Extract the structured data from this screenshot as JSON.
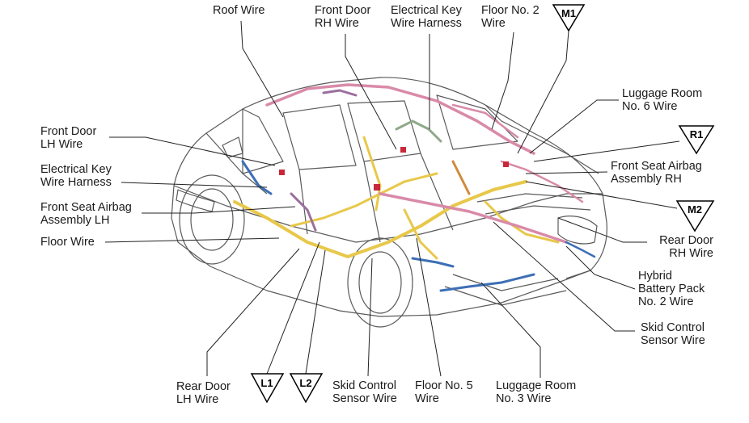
{
  "labels": {
    "roof_wire": [
      "Roof Wire"
    ],
    "front_door_rh_wire": [
      "Front Door",
      "RH Wire"
    ],
    "electrical_key_wire_harness_top": [
      "Electrical Key",
      "Wire Harness"
    ],
    "floor_no2_wire": [
      "Floor No. 2",
      "Wire"
    ],
    "luggage_room_no6_wire": [
      "Luggage Room",
      "No. 6 Wire"
    ],
    "front_door_lh_wire": [
      "Front Door",
      "LH Wire"
    ],
    "electrical_key_wire_harness_left": [
      "Electrical Key",
      "Wire Harness"
    ],
    "front_seat_airbag_rh": [
      "Front Seat Airbag",
      "Assembly RH"
    ],
    "front_seat_airbag_lh": [
      "Front Seat Airbag",
      "Assembly LH"
    ],
    "floor_wire": [
      "Floor Wire"
    ],
    "rear_door_rh_wire": [
      "Rear Door",
      "RH Wire"
    ],
    "hybrid_battery_pack_no2_wire": [
      "Hybrid",
      "Battery Pack",
      "No. 2 Wire"
    ],
    "skid_control_sensor_wire_right": [
      "Skid Control",
      "Sensor Wire"
    ],
    "rear_door_lh_wire": [
      "Rear Door",
      "LH Wire"
    ],
    "skid_control_sensor_wire_bottom": [
      "Skid Control",
      "Sensor Wire"
    ],
    "floor_no5_wire": [
      "Floor No. 5",
      "Wire"
    ],
    "luggage_room_no3_wire": [
      "Luggage Room",
      "No. 3 Wire"
    ]
  },
  "markers": {
    "m1": "M1",
    "r1": "R1",
    "m2": "M2",
    "l1": "L1",
    "l2": "L2"
  },
  "colors": {
    "outline": "#5a5a5a",
    "yellow_wire": "#e8c84a",
    "pink_wire": "#d98aa8",
    "purple_wire": "#9b6e9f",
    "blue_wire": "#3d6fb5",
    "green_wire": "#8fa88a",
    "orange_wire": "#d08a3c",
    "red_connector": "#c8283a"
  }
}
